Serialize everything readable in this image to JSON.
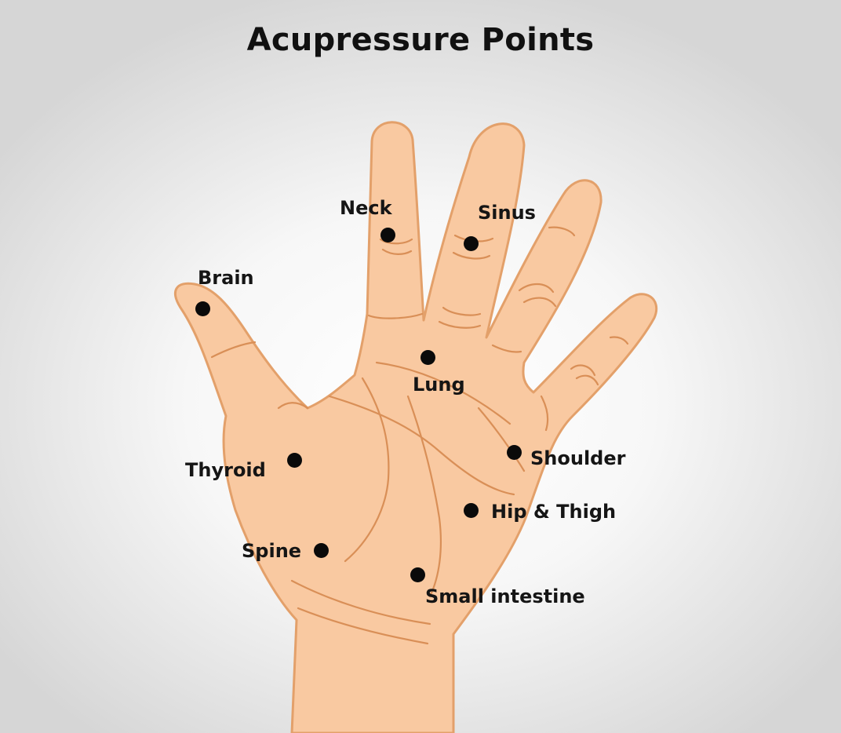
{
  "title": "Acupressure Points",
  "colors": {
    "skin": "#f9c9a1",
    "skin_outline": "#e3a06a",
    "crease": "#d98f57",
    "point": "#0a0a0a",
    "text": "#151515"
  },
  "points": [
    {
      "id": "neck",
      "label": "Neck"
    },
    {
      "id": "sinus",
      "label": "Sinus"
    },
    {
      "id": "brain",
      "label": "Brain"
    },
    {
      "id": "lung",
      "label": "Lung"
    },
    {
      "id": "thyroid",
      "label": "Thyroid"
    },
    {
      "id": "shoulder",
      "label": "Shoulder"
    },
    {
      "id": "hip-thigh",
      "label": "Hip & Thigh"
    },
    {
      "id": "spine",
      "label": "Spine"
    },
    {
      "id": "small-intestine",
      "label": "Small intestine"
    }
  ]
}
